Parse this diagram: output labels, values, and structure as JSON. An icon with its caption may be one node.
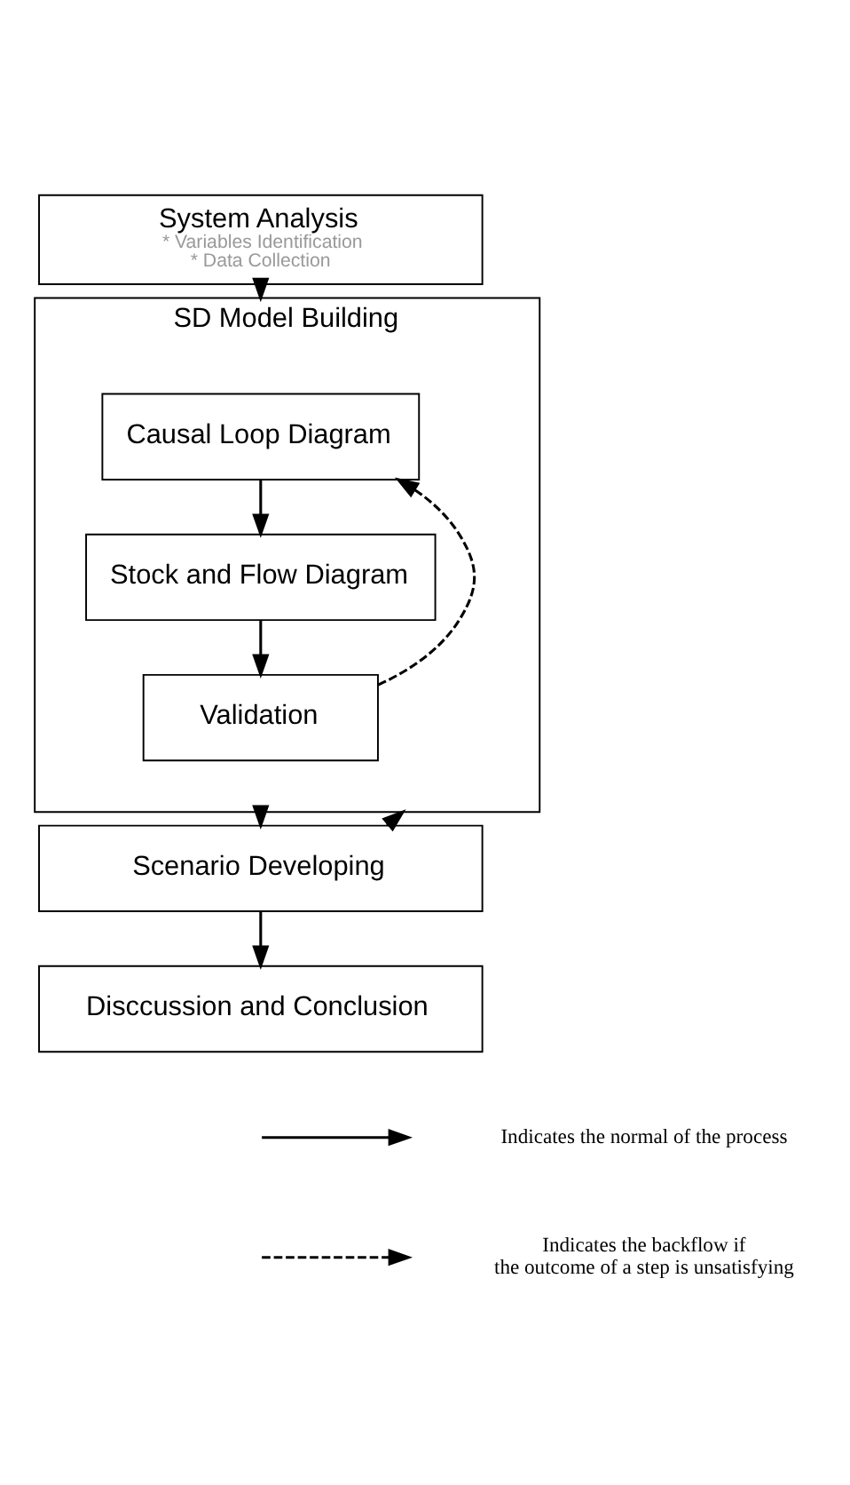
{
  "diagram": {
    "nodes": [
      {
        "text": [
          "System Analysis",
          "* Variables Identification",
          "* Data Collection"
        ]
      },
      {
        "text": [
          "SD Model Building"
        ]
      },
      {
        "text": [
          "Causal Loop Diagram"
        ],
        "in": 1
      },
      {
        "text": [
          "Stock and Flow Diagram"
        ],
        "in": 1
      },
      {
        "text": [
          "Validation"
        ],
        "in": 1
      },
      {
        "text": [
          "Scenario Developing"
        ]
      },
      {
        "text": [
          "Disccussion and Conclusion"
        ]
      }
    ],
    "edges": [
      {
        "from": 0,
        "to": 1,
        "arrow": "to"
      },
      {
        "from": 2,
        "to": 3,
        "arrow": "to"
      },
      {
        "from": 3,
        "to": 4,
        "arrow": "to"
      },
      {
        "from": 4,
        "to": 2,
        "arrow": "to",
        "style": "dashed"
      },
      {
        "from": 1,
        "to": 5,
        "arrow": "to"
      },
      {
        "from": 5,
        "to": 1,
        "arrow": "to",
        "style": "dashed"
      },
      {
        "from": 5,
        "to": 6,
        "arrow": "to"
      }
    ],
    "legend": [
      {
        "text": "Indicates the normal of the process"
      },
      {
        "text": "Indicates the backflow if the outcome of a step is unsatisfying"
      }
    ]
  }
}
